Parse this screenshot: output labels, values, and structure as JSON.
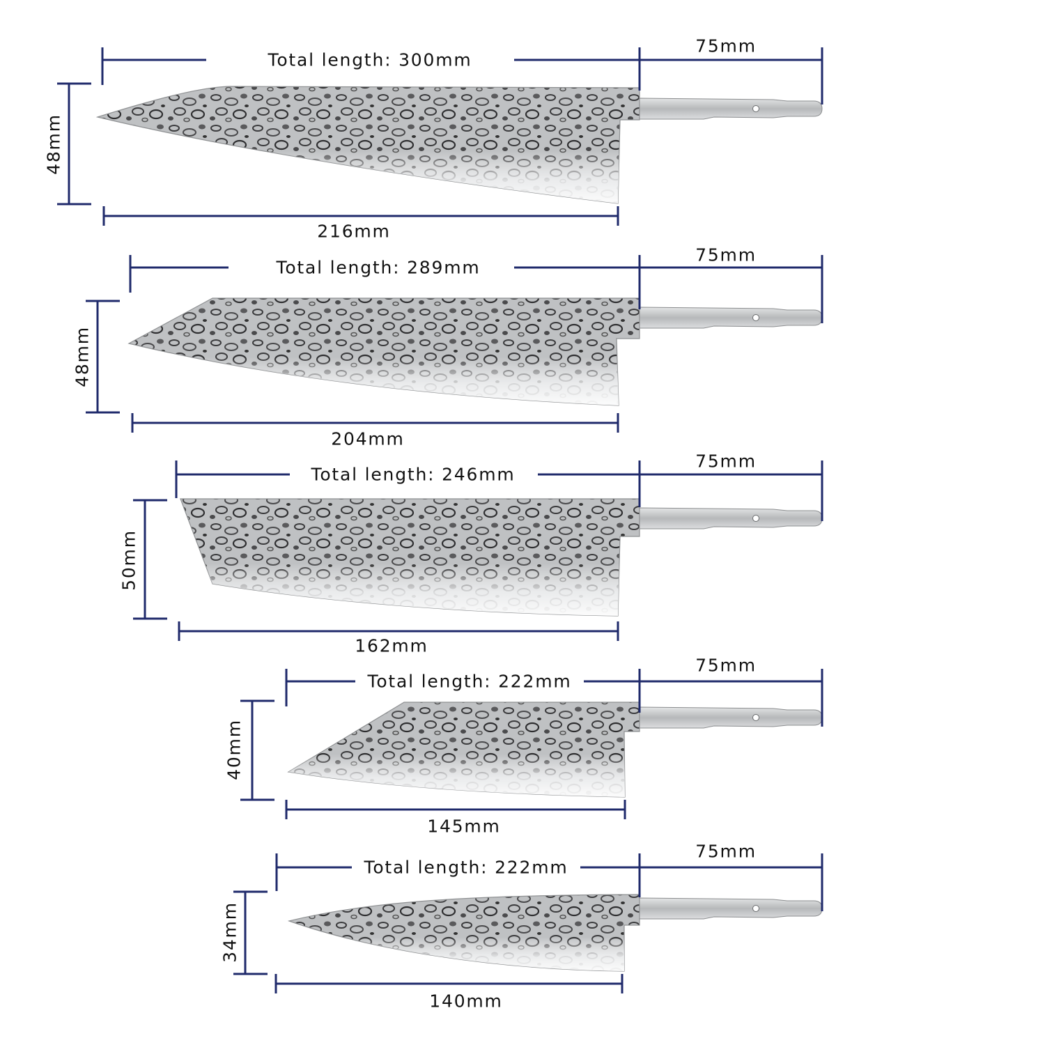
{
  "diagram": {
    "line_color": "#1f2a6b",
    "blade_light": "#e6e7e8",
    "blade_dark": "#3a3a3c",
    "tang_color": "#c9cbcd",
    "knives": [
      {
        "total_label": "Total length: 300mm",
        "tang_label": "75mm",
        "edge_label": "216mm",
        "height_label": "48mm"
      },
      {
        "total_label": "Total length: 289mm",
        "tang_label": "75mm",
        "edge_label": "204mm",
        "height_label": "48mm"
      },
      {
        "total_label": "Total length: 246mm",
        "tang_label": "75mm",
        "edge_label": "162mm",
        "height_label": "50mm"
      },
      {
        "total_label": "Total length: 222mm",
        "tang_label": "75mm",
        "edge_label": "145mm",
        "height_label": "40mm"
      },
      {
        "total_label": "Total length: 222mm",
        "tang_label": "75mm",
        "edge_label": "140mm",
        "height_label": "34mm"
      }
    ]
  }
}
